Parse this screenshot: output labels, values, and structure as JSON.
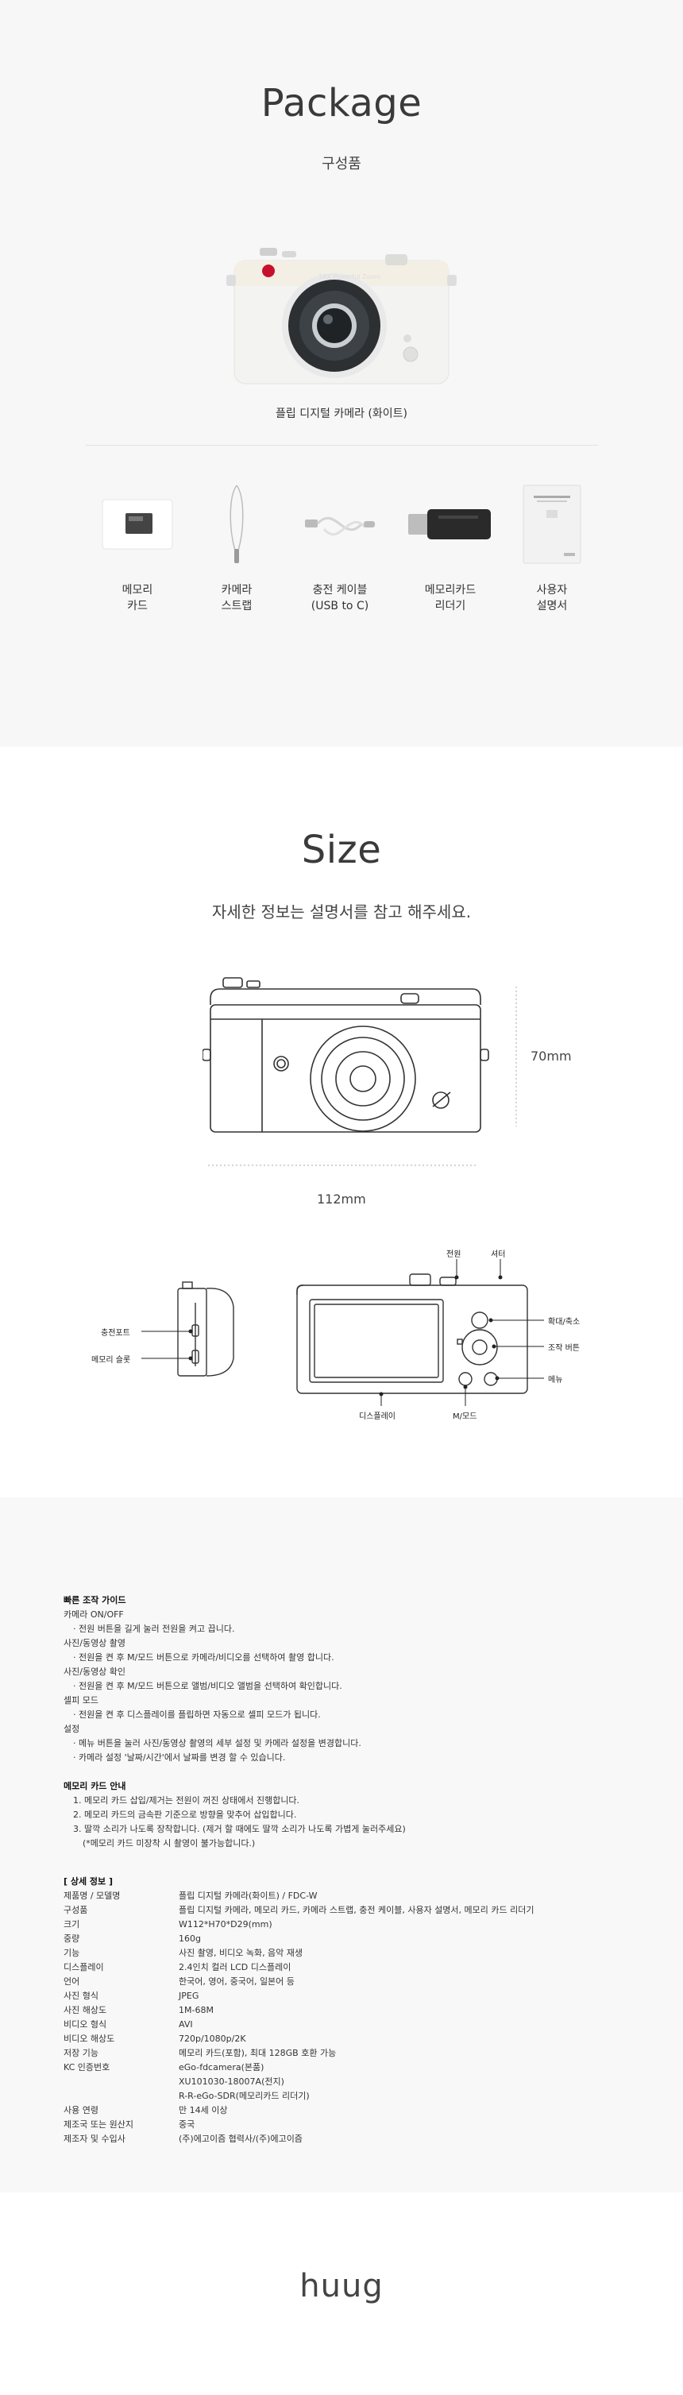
{
  "package": {
    "title": "Package",
    "subtitle": "구성품",
    "product_caption": "플립 디지털 카메라 (화이트)",
    "lens_text": "16X Powerful Zoom",
    "accessories": [
      {
        "label": "메모리\n카드",
        "icon": "memory-card-icon"
      },
      {
        "label": "카메라\n스트랩",
        "icon": "strap-icon"
      },
      {
        "label": "충전 케이블\n(USB to C)",
        "icon": "cable-icon"
      },
      {
        "label": "메모리카드\n리더기",
        "icon": "card-reader-icon"
      },
      {
        "label": "사용자\n설명서",
        "icon": "manual-icon"
      }
    ]
  },
  "size": {
    "title": "Size",
    "subtitle": "자세한 정보는 설명서를 참고 해주세요.",
    "height_label": "70mm",
    "width_label": "112mm",
    "callouts": {
      "power": "전원",
      "shutter": "셔터",
      "zoom": "확대/축소",
      "control": "조작 버튼",
      "menu": "메뉴",
      "mmode": "M/모드",
      "display": "디스플레이",
      "charge_port": "충전포트",
      "memory_slot": "메모리 슬롯"
    }
  },
  "guide": {
    "title": "빠른 조작 가이드",
    "items": [
      {
        "head": "카메라 ON/OFF",
        "bullet": "· 전원 버튼을 길게 눌러 전원을 켜고 끕니다."
      },
      {
        "head": "사진/동영상 촬영",
        "bullet": "· 전원을 켠 후 M/모드 버튼으로 카메라/비디오를 선택하여 촬영 합니다."
      },
      {
        "head": "사진/동영상 확인",
        "bullet": "· 전원을 켠 후 M/모드 버튼으로 앨범/비디오 앨범을 선택하여 확인합니다."
      },
      {
        "head": "셀피 모드",
        "bullet": "· 전원을 켠 후 디스플레이를 플립하면 자동으로 셀피 모드가 됩니다."
      },
      {
        "head": "설정",
        "bullet": "· 메뉴 버튼을 눌러 사진/동영상 촬영의 세부 설정 및 카메라 설정을 변경합니다."
      }
    ],
    "extra_bullet": "· 카메라 설정 '날짜/시간'에서 날짜를 변경 할 수 있습니다."
  },
  "memory": {
    "title": "메모리 카드 안내",
    "items": [
      "1. 메모리 카드 삽입/제거는 전원이 꺼진 상태에서 진행합니다.",
      "2. 메모리 카드의 금속판 기준으로 방향을 맞추어 삽입합니다.",
      "3. 딸깍 소리가 나도록 장착합니다. (제거 할 때에도 딸깍 소리가 나도록 가볍게 눌러주세요)"
    ],
    "note": "(*메모리 카드 미장착 시 촬영이 불가능합니다.)"
  },
  "specs": {
    "title": "[ 상세 정보 ]",
    "rows": [
      {
        "k": "제품명 / 모델명",
        "v": "플립 디지털 카메라(화이트) / FDC-W"
      },
      {
        "k": "구성품",
        "v": "플립 디지털 카메라, 메모리 카드, 카메라 스트랩, 충전 케이블, 사용자 설명서, 메모리 카드 리더기"
      },
      {
        "k": "크기",
        "v": "W112*H70*D29(mm)"
      },
      {
        "k": "중량",
        "v": "160g"
      },
      {
        "k": "기능",
        "v": "사진 촬영, 비디오 녹화, 음악 재생"
      },
      {
        "k": "디스플레이",
        "v": "2.4인치 컬러 LCD 디스플레이"
      },
      {
        "k": "언어",
        "v": "한국어, 영어, 중국어, 일본어 등"
      },
      {
        "k": "사진 형식",
        "v": "JPEG"
      },
      {
        "k": "사진 해상도",
        "v": "1M-68M"
      },
      {
        "k": "비디오 형식",
        "v": "AVI"
      },
      {
        "k": "비디오 해상도",
        "v": "720p/1080p/2K"
      },
      {
        "k": "저장 기능",
        "v": "메모리 카드(포함), 최대 128GB 호환 가능"
      },
      {
        "k": "KC 인증번호",
        "v": "eGo-fdcamera(본품)"
      },
      {
        "k": "",
        "v": "XU101030-18007A(전지)"
      },
      {
        "k": "",
        "v": "R-R-eGo-SDR(메모리카드 리더기)"
      },
      {
        "k": "사용 연령",
        "v": "만 14세 이상"
      },
      {
        "k": "제조국 또는 원산지",
        "v": "중국"
      },
      {
        "k": "제조자 및 수입사",
        "v": "(주)에고이즘 협력사/(주)에고이즘"
      }
    ]
  },
  "footer": {
    "brand": "huug"
  }
}
